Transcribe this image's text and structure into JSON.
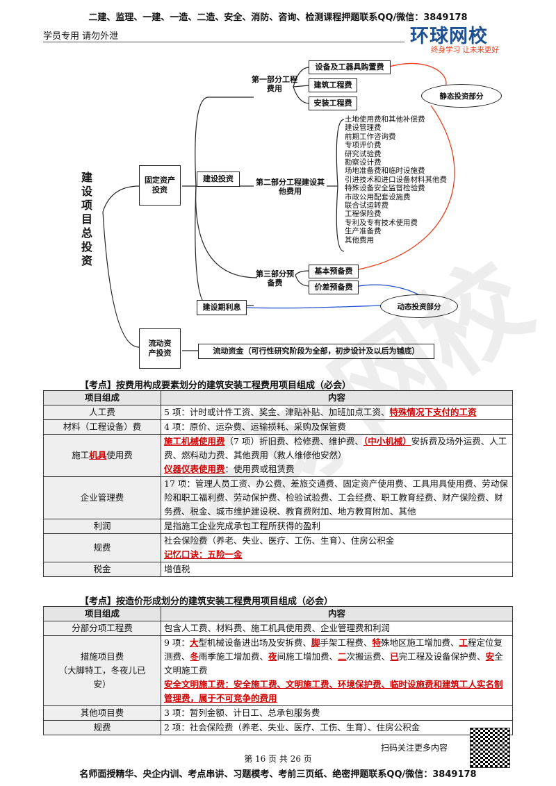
{
  "header": {
    "top_line": "二建、监理、一建、一造、二造、安全、消防、咨询、检测课程押题联系QQ/微信：3849178",
    "left_note": "学员专用  请勿外泄",
    "logo_text": "环球网校",
    "logo_slogan": "终身学习  让未来更好"
  },
  "diagram": {
    "root": "建设项目总投资",
    "fixed_assets": "固定资产投资",
    "liquid_assets": "流动资产投资",
    "construction_investment": "建设投资",
    "interest": "建设期利息",
    "liquid_funds": "流动资金（可行性研究阶段为全部，初步设计及以后为铺底）",
    "part1": "第一部分工程费用",
    "part2": "第二部分工程建设其他费用",
    "part3": "第三部分预备费",
    "part1_items": [
      "设备及工器具购置费",
      "建筑工程费",
      "安装工程费"
    ],
    "part2_items": [
      "土地使用费和其他补偿费",
      "建设管理费",
      "前期工作咨询费",
      "专项评价费",
      "研究试验费",
      "勘察设计费",
      "场地准备费和临时设施费",
      "引进技术和进口设备材料其他费",
      "特殊设备安全监督检验费",
      "市政公用配套设施费",
      "联合试运转费",
      "工程保险费",
      "专利及专有技术使用费",
      "生产准备费",
      "其他费用"
    ],
    "part3_items": [
      "基本预备费",
      "价差预备费"
    ],
    "static": "静态投资部分",
    "dynamic": "动态投资部分"
  },
  "section1": {
    "title": "【考点】按费用构成要素划分的建筑安装工程费用项目组成（必会）",
    "col1": "项目组成",
    "col2": "内容",
    "rows": {
      "labor_name": "人工费",
      "labor_a": "5 项：计时或计件工资、奖金、津贴补贴、加班加点工资、",
      "labor_b": "特殊情况下支付的工资",
      "material_name": "材料（工程设备）费",
      "material_content": "4 项：原价、运杂费、运输损耗、采购及保管费",
      "machine_name_a": "施工",
      "machine_name_b": "机具",
      "machine_name_c": "使用费",
      "machine_a": "施工机械使用费",
      "machine_b": "（7 项）折旧费、检修费、维护费、",
      "machine_c": "（中小机械）",
      "machine_d": "安拆费及场外运费、人工费、燃料动力费、其他费用（救人维修他安然）",
      "machine_e": "仪器仪表使用费",
      "machine_f": "：使用费或租赁费",
      "mgmt_name": "企业管理费",
      "mgmt_content": "17 项：管理人员工资、办公费、差旅交通费、固定资产使用费、工具用具使用费、劳动保险和职工福利费、劳动保护费、检验试验费、工会经费、职工教育经费、财产保险费、财务费、税金、城市维护建设税、教育费附加、地方教育附加、其他",
      "profit_name": "利润",
      "profit_content": "是指施工企业完成承包工程所获得的盈利",
      "fee_name": "规费",
      "fee_content": "社会保险费（养老、失业、医疗、工伤、生育）、住房公积金",
      "fee_mnemonic": "记忆口诀：五险一金",
      "tax_name": "税金",
      "tax_content": "增值税"
    }
  },
  "section2": {
    "title": "【考点】按造价形成划分的建筑安装工程费用项目组成（必会）",
    "col1": "项目组成",
    "col2": "内容",
    "rows": {
      "part_name": "分部分项工程费",
      "part_content": "包含人工费、材料费、施工机具使用费、企业管理费和利润",
      "measure_name": "措施项目费",
      "measure_hint": "（大脚特工，冬夜儿已安）",
      "m": [
        "9 项：",
        "大",
        "型机械设备进出场及安拆费、",
        "脚",
        "手架工程费、",
        "特",
        "殊地区施工增加费、",
        "工",
        "程定位复测费、",
        "冬",
        "雨季施工增加费、",
        "夜",
        "间施工增加费、",
        "二",
        "次搬运费、",
        "已",
        "完工程及设备保护费、",
        "安",
        "全文明施工费"
      ],
      "measure_note": "安全文明施工费：安全施工费、文明施工费、环境保护费、临时设施费和建筑工人实名制管理费，属于不可竞争的费用",
      "other_name": "其他项目费",
      "other_content": "3 项：暂列金额、计日工、总承包服务费",
      "fee_name": "规费",
      "fee_content": "2 项：社会保险费（养老、失业、医疗、工伤、生育）、住房公积金"
    }
  },
  "footer": {
    "qr_caption": "扫码关注更多内容",
    "page_info": "第 16 页 共 26 页",
    "bottom_line": "名师面授精华、央企内训、考点串讲、习题模考、考前三页纸、绝密押题联系QQ/微信：3849178"
  },
  "colors": {
    "accent_red": "#d00000",
    "logo_blue": "#1d4f91",
    "curve_red": "#e8401c",
    "curve_blue": "#1f4fd0"
  }
}
